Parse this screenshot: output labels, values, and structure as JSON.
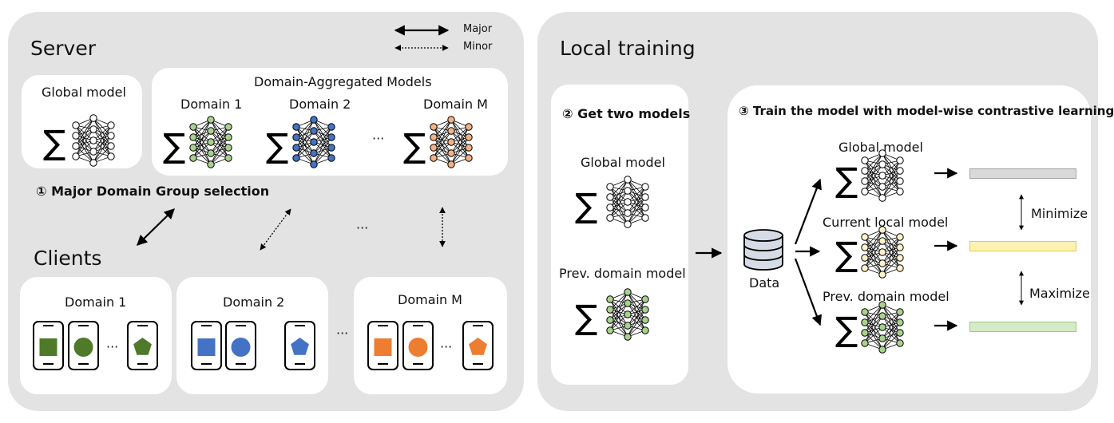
{
  "server": {
    "title": "Server",
    "global_model": "Global model",
    "aggregated_title": "Domain-Aggregated Models",
    "domains": [
      "Domain 1",
      "Domain 2",
      "Domain M"
    ],
    "ellipsis": "···"
  },
  "legend": {
    "major": "Major",
    "minor": "Minor"
  },
  "step1": "① Major Domain Group selection",
  "clients": {
    "title": "Clients",
    "groups": [
      {
        "label": "Domain 1",
        "color": "#4e7a2a"
      },
      {
        "label": "Domain 2",
        "color": "#4472c4"
      },
      {
        "label": "Domain M",
        "color": "#ed7d31"
      }
    ],
    "ellipsis": "···"
  },
  "local": {
    "title": "Local training",
    "step2": "② Get two models",
    "global_model": "Global model",
    "prev_model": "Prev. domain model",
    "step3": "③ Train the model with model-wise contrastive learning",
    "data": "Data",
    "models": [
      "Global model",
      "Current local model",
      "Prev. domain model"
    ],
    "minimize": "Minimize",
    "maximize": "Maximize",
    "bar_colors": [
      "#d9d9d9",
      "#fff2b3",
      "#d5ebc8"
    ]
  },
  "colors": {
    "green": "#a9d18e",
    "blue": "#4472c4",
    "orange": "#f4b183",
    "white": "#ffffff"
  },
  "icons": [
    "sigma-icon",
    "neural-network-icon",
    "phone-icon",
    "database-icon",
    "arrow-icon"
  ]
}
